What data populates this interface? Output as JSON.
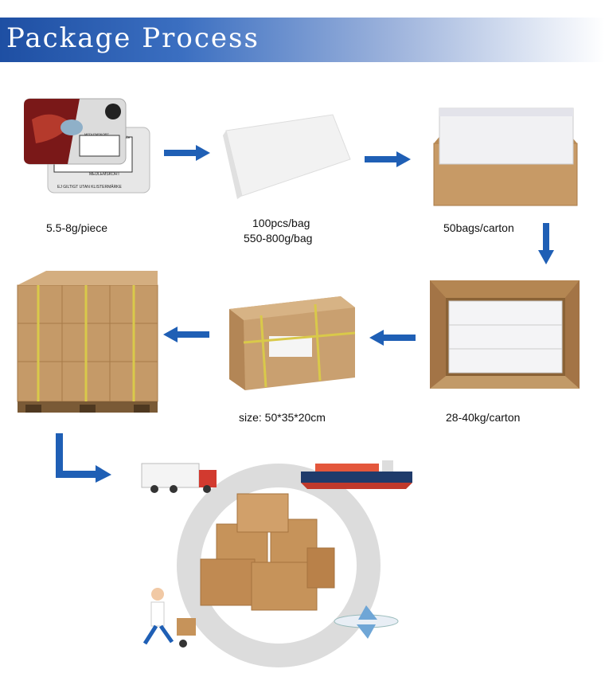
{
  "banner": {
    "title": "Package Process"
  },
  "steps": [
    {
      "label": "5.5-8g/piece",
      "card_front_line1": "MEDLEMSKORT",
      "card_back_line1": "MEDLEMSKORT",
      "card_back_line2": "EJ GILTIGT UTAN KLISTERMÄRKE",
      "card_front_tag": "ÅR"
    },
    {
      "label_line1": "100pcs/bag",
      "label_line2": "550-800g/bag"
    },
    {
      "label": "50bags/carton"
    },
    {
      "label": "28-40kg/carton"
    },
    {
      "label": "size: 50*35*20cm"
    }
  ],
  "colors": {
    "arrow": "#1f5fb5",
    "banner": "#1e4fa3",
    "cardboard": "#c79a66",
    "tape": "#d9c94a"
  }
}
